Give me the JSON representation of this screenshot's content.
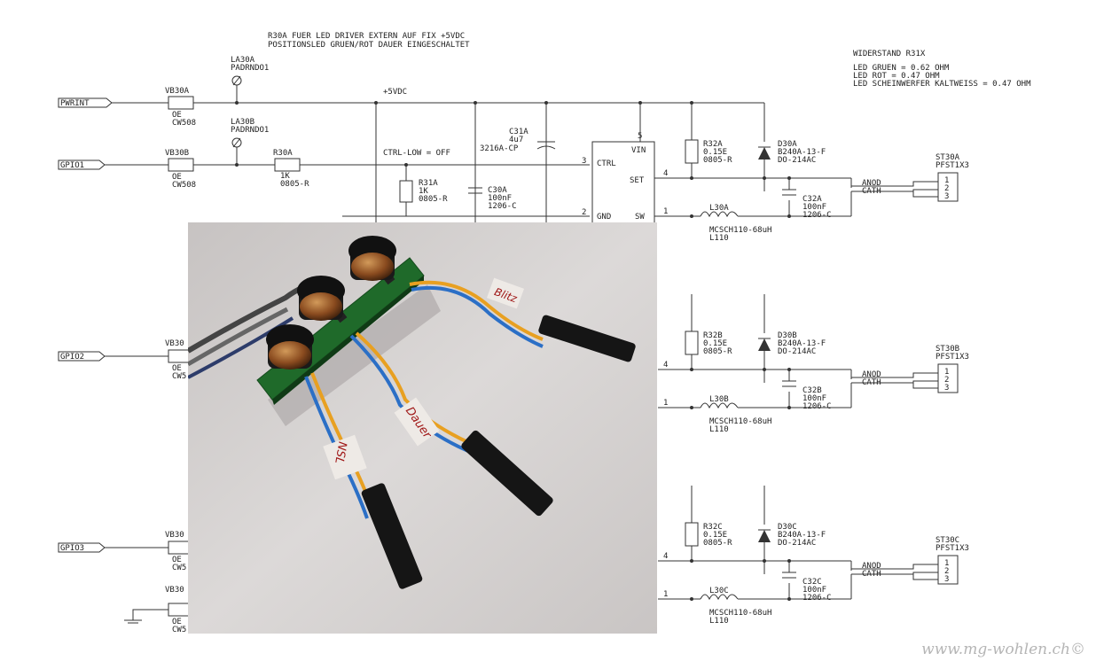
{
  "notes": {
    "title1": "R30A FUER LED DRIVER EXTERN AUF FIX +5VDC",
    "title2": "POSITIONSLED GRUEN/ROT DAUER EINGESCHALTET",
    "res_title": "WIDERSTAND R31X",
    "res_green": "LED GRUEN = 0.62 OHM",
    "res_red": "LED ROT = 0.47 OHM",
    "res_white": "LED SCHEINWERFER KALTWEISS = 0.47 OHM"
  },
  "ports": {
    "pwrint": "PWRINT",
    "gpio1": "GPIO1",
    "gpio2": "GPIO2",
    "gpio3": "GPIO3"
  },
  "ferrites": {
    "vb30a": "VB30A",
    "vb30b": "VB30B",
    "vb30c": "VB30",
    "vb30d": "VB30",
    "vb30e": "VB30",
    "value": "OE",
    "pkg": "CW508",
    "pkg_cut": "CW5"
  },
  "pads": {
    "la30a": "LA30A",
    "la30b": "LA30B",
    "pad": "PADRNDO1"
  },
  "supply": {
    "vdc": "+5VDC",
    "ctrl_low": "CTRL-LOW = OFF"
  },
  "r30a": {
    "ref": "R30A",
    "value": "1K",
    "pkg": "0805-R"
  },
  "r31a": {
    "ref": "R31A",
    "value": "1K",
    "pkg": "0805-R"
  },
  "c30a": {
    "ref": "C30A",
    "value": "100nF",
    "pkg": "1206-C"
  },
  "c31a": {
    "ref": "C31A",
    "value": "4u7",
    "pkg": "3216A-CP"
  },
  "ic": {
    "ctrl": "CTRL",
    "vin": "VIN",
    "set": "SET",
    "gnd": "GND",
    "sw": "SW",
    "p1": "1",
    "p2": "2",
    "p3": "3",
    "p4": "4",
    "p5": "5"
  },
  "stages": [
    {
      "r32": "R32A",
      "d30": "D30A",
      "l30": "L30A",
      "c32": "C32A",
      "st": "ST30A"
    },
    {
      "r32": "R32B",
      "d30": "D30B",
      "l30": "L30B",
      "c32": "C32B",
      "st": "ST30B"
    },
    {
      "r32": "R32C",
      "d30": "D30C",
      "l30": "L30C",
      "c32": "C32C",
      "st": "ST30C"
    }
  ],
  "parts": {
    "r32_val": "0.15E",
    "r32_pkg": "0805-R",
    "diode_val": "B240A-13-F",
    "diode_pkg": "DO-214AC",
    "cap_val": "100nF",
    "cap_pkg": "1206-C",
    "ind_val": "MCSCH110-68uH",
    "ind_pkg": "L110",
    "conn_val": "PFST1X3",
    "anod": "ANOD",
    "cath": "CATH",
    "pin1": "1",
    "pin2": "2",
    "pin3": "3",
    "pin4": "4"
  },
  "photo_labels": {
    "blitz": "Blitz",
    "dauer": "Dauer",
    "nsl": "NSL"
  },
  "watermark": "www.mg-wohlen.ch©"
}
